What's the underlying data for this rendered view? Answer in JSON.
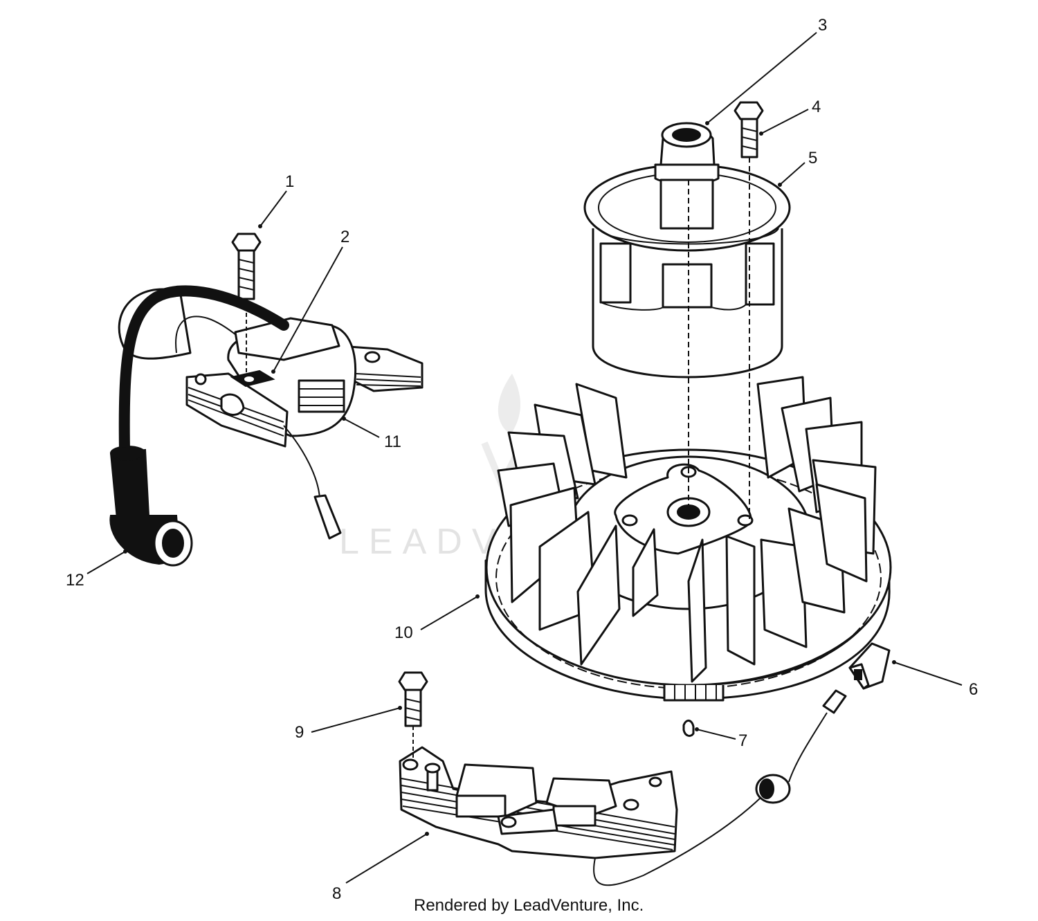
{
  "callouts": [
    {
      "label": "1"
    },
    {
      "label": "2"
    },
    {
      "label": "3"
    },
    {
      "label": "4"
    },
    {
      "label": "5"
    },
    {
      "label": "6"
    },
    {
      "label": "7"
    },
    {
      "label": "8"
    },
    {
      "label": "9"
    },
    {
      "label": "10"
    },
    {
      "label": "11"
    },
    {
      "label": "12"
    }
  ],
  "watermark": "LEADVENTURE",
  "footer": "Rendered by LeadVenture, Inc."
}
